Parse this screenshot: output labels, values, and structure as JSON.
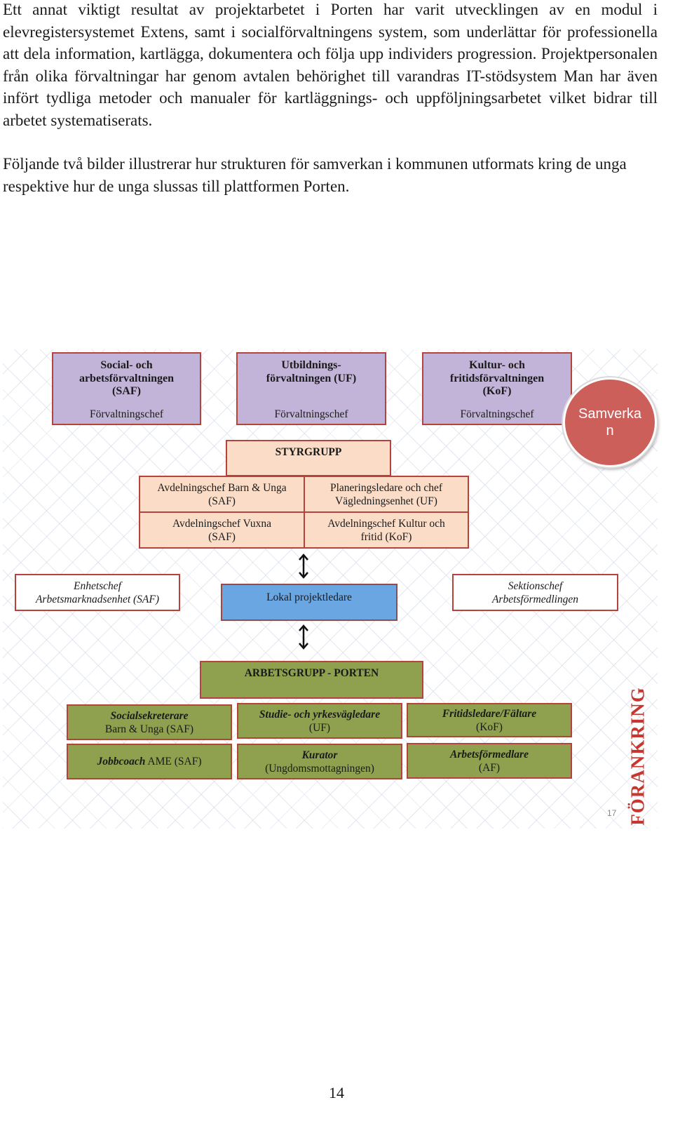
{
  "paragraphs": {
    "p1": "Ett annat viktigt resultat av projektarbetet i Porten har varit utvecklingen av en modul i elevregistersystemet Extens, samt i socialförvaltningens system, som underlättar för professionella att dela information, kartlägga, dokumentera och följa upp individers pro­gression. Projektpersonalen från olika förvaltningar har genom avtalen behörighet till varandras IT-stödsystem Man har även infört tydliga metoder och manualer för kartlägg­nings- och uppföljningsarbetet vilket bidrar till arbetet systematiserats.",
    "p2": "Följande två bilder illustrerar hur strukturen för samverkan i kommunen utformats kring de unga respektive hur de unga slussas till plattformen Porten."
  },
  "diagram": {
    "administrations": [
      {
        "name": "Social- och arbetsförvaltningen (SAF)",
        "role": "Förvaltningschef"
      },
      {
        "name": "Utbildnings- förvaltningen (UF)",
        "role": "Förvaltningschef"
      },
      {
        "name": "Kultur- och fritidsförvaltningen (KoF)",
        "role": "Förvaltningschef"
      }
    ],
    "samverkan": "Samverkan",
    "styrgrupp": "STYRGRUPP",
    "styrgrupp_members": [
      "Avdelningschef  Barn & Unga (SAF)",
      "Planeringsledare och chef Vägledningsenhet (UF)",
      "Avdelningschef  Vuxna (SAF)",
      "Avdelningschef Kultur och fritid (KoF)"
    ],
    "middle": {
      "left_title": "Enhetschef",
      "left_sub": "Arbetsmarknadsenhet (SAF)",
      "center": "Lokal projektledare",
      "right_title": "Sektionschef",
      "right_sub": "Arbetsförmedlingen"
    },
    "arbetsgrupp": "ARBETSGRUPP - PORTEN",
    "workers": [
      {
        "title": "Socialsekreterare",
        "sub": "Barn & Unga (SAF)"
      },
      {
        "title": "Studie- och yrkesvägledare",
        "sub": "(UF)"
      },
      {
        "title": "Fritidsledare/Fältare",
        "sub": "(KoF)"
      },
      {
        "title": "Jobbcoach",
        "sub": "AME (SAF)"
      },
      {
        "title": "Kurator",
        "sub": "(Ungdomsmottagningen)"
      },
      {
        "title": "Arbetsförmedlare",
        "sub": "(AF)"
      }
    ],
    "forankring": "FÖRANKRING",
    "slide_number": "17"
  },
  "page_number": "14",
  "colors": {
    "admin_box": "#c2b4d8",
    "styrgrupp_box": "#fbdcc6",
    "project_lead_box": "#6aa6e2",
    "worker_box": "#8fa04e",
    "border": "#b5433c",
    "circle": "#cd5f5a",
    "forankring_text": "#c8362f"
  }
}
